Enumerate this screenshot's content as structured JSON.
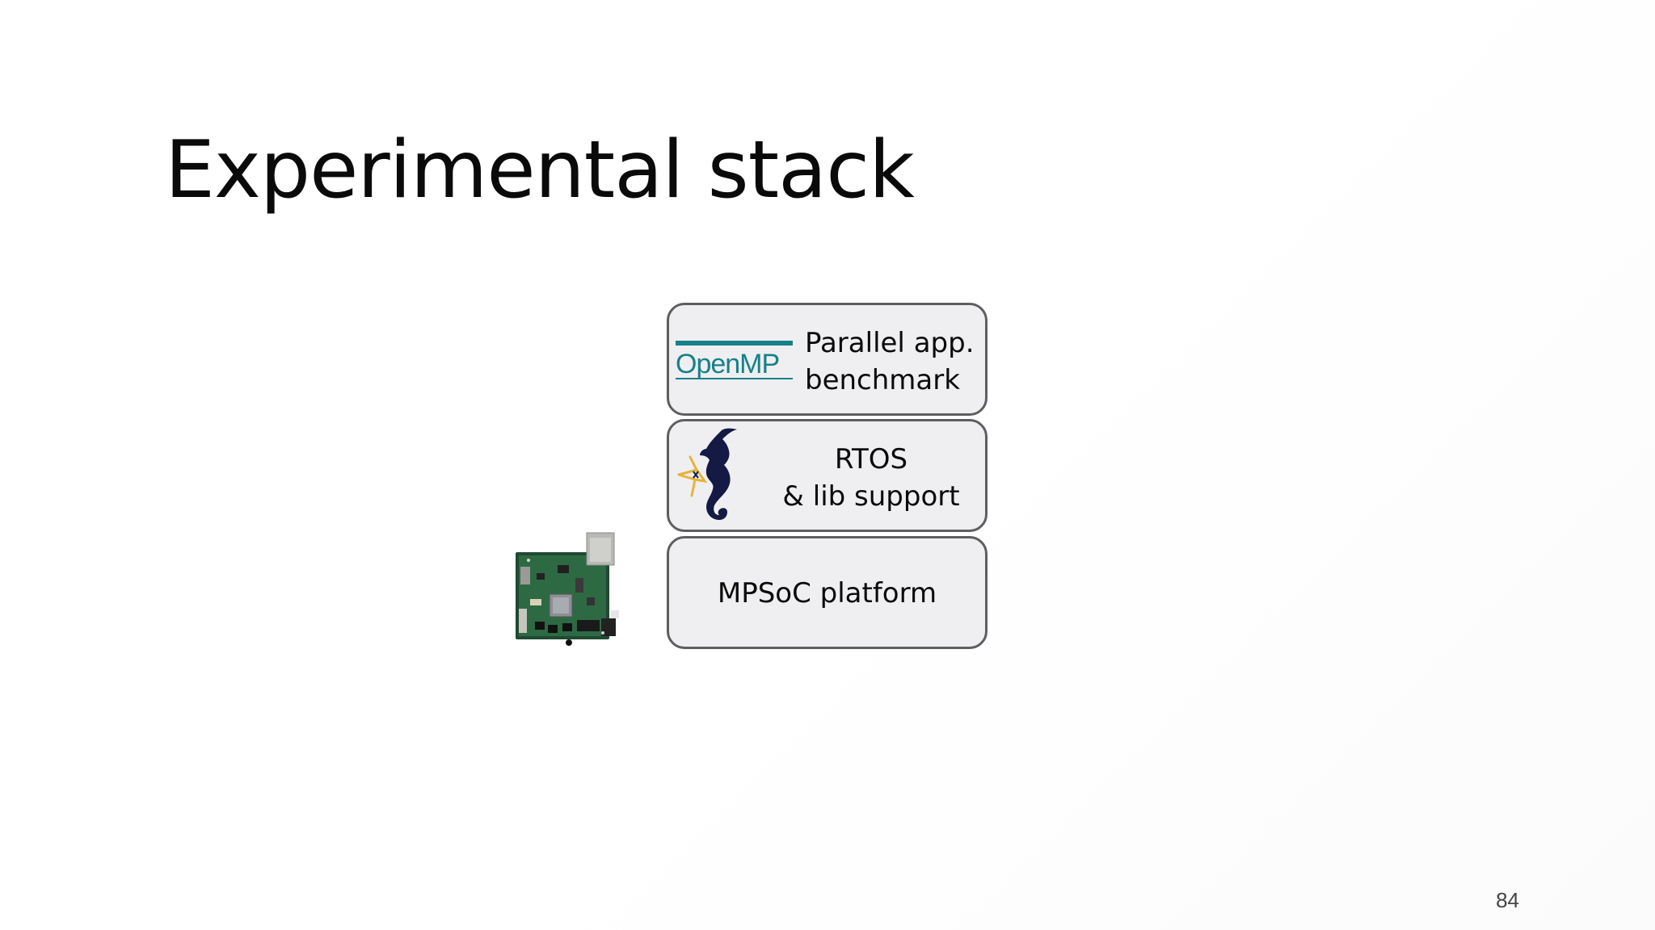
{
  "slide": {
    "title": "Experimental stack",
    "page_number": "84"
  },
  "stack": {
    "layers": [
      {
        "id": "openmp",
        "lines": [
          "Parallel app.",
          "benchmark"
        ],
        "logo_text": "OpenMP"
      },
      {
        "id": "rtos",
        "lines": [
          "RTOS",
          "& lib support"
        ]
      },
      {
        "id": "mpsoc",
        "lines": [
          "MPSoC platform"
        ]
      }
    ]
  },
  "icons": {
    "openmp": "openmp-logo",
    "rtos": "seahorse-logo",
    "board": "board-icon"
  },
  "colors": {
    "box_fill": "#efeff1",
    "box_border": "#5e5e62",
    "openmp_teal": "#17808a",
    "seahorse_navy": "#141a44",
    "star_gold": "#e7b33a"
  }
}
